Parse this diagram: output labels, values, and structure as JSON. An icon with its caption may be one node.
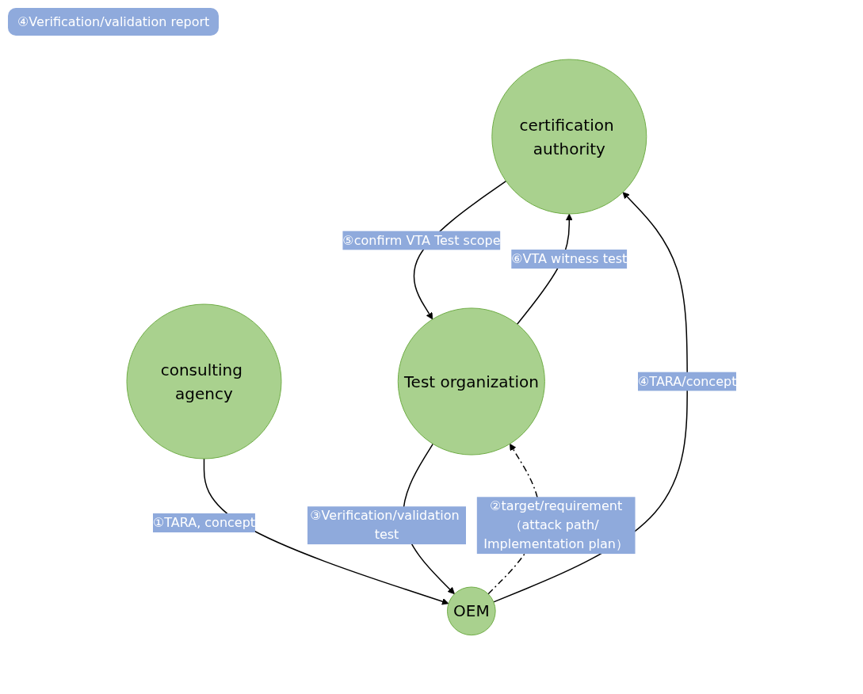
{
  "diagram": {
    "nodes": [
      {
        "text": [
          "certification authority"
        ]
      },
      {
        "text": [
          "OEM"
        ]
      },
      {
        "text": [
          "consulting agency"
        ]
      },
      {
        "text": [
          "Test organization"
        ]
      }
    ],
    "edges": [
      {
        "from": 2,
        "to": 1,
        "arrow": "to",
        "label": "①TARA, concept"
      },
      {
        "from": 1,
        "to": 3,
        "arrow": "to",
        "style": "dashed",
        "label": "②target/requirement（attack path/ Implementation plan）"
      },
      {
        "from": 3,
        "to": 1,
        "arrow": "to",
        "label": "③Verification/validation test"
      },
      {
        "from": 1,
        "to": 0,
        "arrow": "to",
        "label": "④TARA/concept"
      },
      {
        "from": 0,
        "to": 3,
        "arrow": "to",
        "label": "⑤confirm VTA Test scope"
      },
      {
        "from": 3,
        "to": 0,
        "arrow": "to",
        "label": "⑥VTA witness test"
      }
    ],
    "labels": [
      "④Verification/validation report"
    ]
  }
}
